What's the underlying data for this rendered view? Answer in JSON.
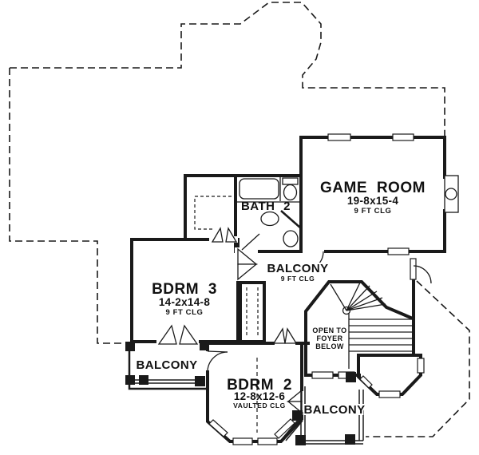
{
  "page": {
    "background": "#ffffff",
    "ink": "#1a1a1a",
    "description": "Second floor architectural floor plan drawing"
  },
  "floor_plan": {
    "rooms": {
      "game_room": {
        "name": "GAME ROOM",
        "dimensions": "19-8x15-4",
        "ceiling": "9 FT CLG"
      },
      "bath2": {
        "name": "BATH 2"
      },
      "bdrm3": {
        "name": "BDRM 3",
        "dimensions": "14-2x14-8",
        "ceiling": "9 FT CLG"
      },
      "balcony_hall": {
        "name": "BALCONY",
        "ceiling": "9 FT CLG"
      },
      "bdrm2": {
        "name": "BDRM 2",
        "dimensions": "12-8x12-6",
        "ceiling": "VAULTED CLG"
      },
      "balcony_left": {
        "name": "BALCONY"
      },
      "balcony_lower": {
        "name": "BALCONY"
      },
      "foyer_opening": {
        "line1": "OPEN TO",
        "line2": "FOYER",
        "line3": "BELOW"
      }
    }
  }
}
